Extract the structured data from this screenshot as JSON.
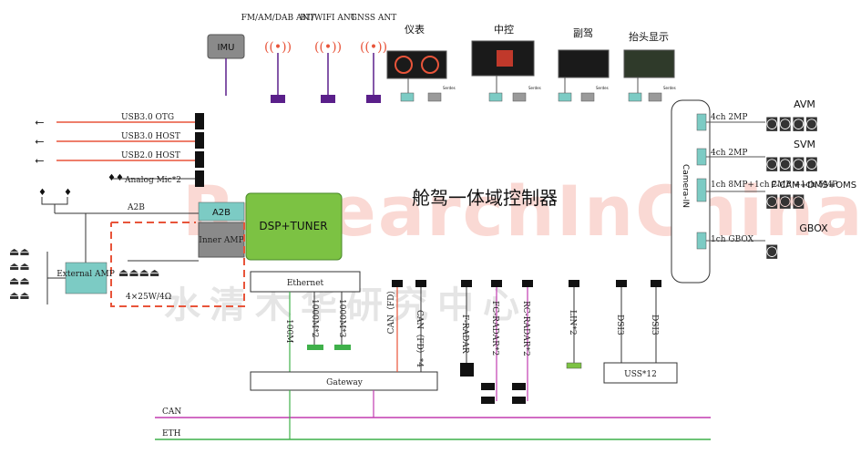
{
  "title": "舱驾一体域控制器",
  "watermark": "ResearchInChina",
  "watermark_cn": "水清木华研究中心",
  "imu": "IMU",
  "antennas": [
    "FM/AM/DAB ANT",
    "BT/WIFI ANT",
    "GNSS ANT"
  ],
  "displays": [
    "仪表",
    "中控",
    "副驾",
    "抬头显示"
  ],
  "display_port": "Serdes",
  "usb_ports": [
    "USB3.0 OTG",
    "USB3.0 HOST",
    "USB2.0 HOST"
  ],
  "analog_mic": "Analog Mic*2",
  "a2b": "A2B",
  "a2b_block": "A2B",
  "dsp": "DSP+TUNER",
  "inner_amp": "Inner AMP",
  "external_amp": "External AMP",
  "speaker_spec": "4×25W/4Ω",
  "camera_in": "Camera-IN",
  "camera_channels": [
    "4ch 2MP",
    "4ch 2MP",
    "1ch 8MP+1ch 2MP +1ch 5MP",
    "1ch GBOX"
  ],
  "camera_groups": [
    "AVM",
    "SVM",
    "F-CAM+DMS+OMS",
    "GBOX"
  ],
  "ethernet": "Ethernet",
  "eth_links": [
    "100M",
    "1000M*2",
    "1000M*3"
  ],
  "gateway": "Gateway",
  "can_fd": "CAN（FD）",
  "interfaces": [
    "CAN（FD）*4",
    "F-RADAR",
    "FC-RADAR*2",
    "RC-RADAR*2",
    "LIN*2",
    "DSI3",
    "DSI3"
  ],
  "uss": "USS*12",
  "bus_can": "CAN",
  "bus_eth": "ETH",
  "colors": {
    "red": "#e8543a",
    "purple": "#5a1f8a",
    "teal": "#7ccbc4",
    "green": "#7cc243",
    "magenta": "#c23bb0",
    "gray": "#9a9a9a",
    "bus_green": "#3fb04a"
  }
}
